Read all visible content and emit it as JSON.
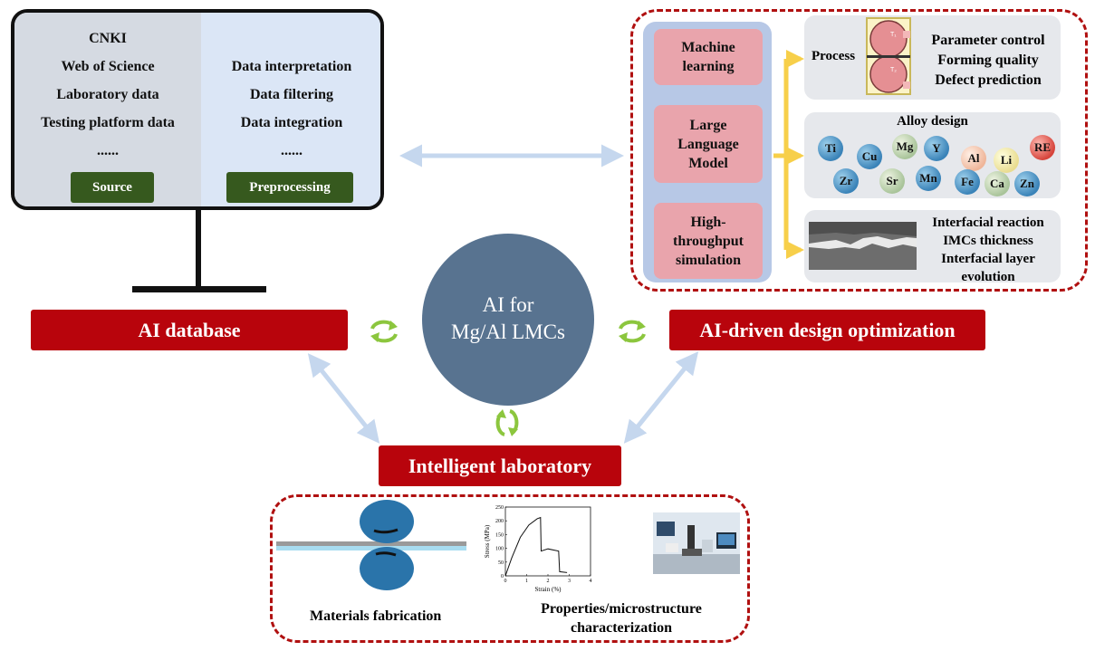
{
  "monitor": {
    "sources": [
      "CNKI",
      "Web of Science",
      "Laboratory data",
      "Testing platform data",
      "......"
    ],
    "source_button": "Source",
    "preprocessing_steps": [
      "Data interpretation",
      "Data filtering",
      "Data integration",
      "......"
    ],
    "preprocessing_button": "Preprocessing"
  },
  "center": {
    "line1": "AI for",
    "line2": "Mg/Al LMCs"
  },
  "banners": {
    "database": "AI database",
    "optimization": "AI-driven design optimization",
    "laboratory": "Intelligent laboratory"
  },
  "methods": {
    "ml": [
      "Machine",
      "learning"
    ],
    "llm": [
      "Large",
      "Language",
      "Model"
    ],
    "hts": [
      "High-",
      "throughput",
      "simulation"
    ]
  },
  "process_panel": {
    "label": "Process",
    "roll_marks": [
      "T₁",
      "T₂"
    ],
    "items": [
      "Parameter control",
      "Forming quality",
      "Defect prediction"
    ]
  },
  "alloy_panel": {
    "title": "Alloy design",
    "elements": [
      "Ti",
      "Cu",
      "Mg",
      "Y",
      "Al",
      "Li",
      "RE",
      "Zr",
      "Sr",
      "Mn",
      "Fe",
      "Ca",
      "Zn"
    ]
  },
  "interface_panel": {
    "items": [
      "Interfacial reaction",
      "IMCs thickness",
      "Interfacial layer",
      "evolution"
    ]
  },
  "lab": {
    "fabrication_label": "Materials fabrication",
    "characterization_label": [
      "Properties/microstructure",
      "characterization"
    ]
  },
  "chart_data": {
    "type": "line",
    "xlabel": "Strain (%)",
    "ylabel": "Stress (MPa)",
    "xlim": [
      0,
      4
    ],
    "ylim": [
      0,
      250
    ],
    "xticks": [
      "0",
      "1",
      "2",
      "3",
      "4"
    ],
    "yticks": [
      "0",
      "50",
      "100",
      "150",
      "200",
      "250"
    ],
    "grid": false,
    "series": [
      {
        "x": [
          0,
          0.3,
          0.7,
          1.1,
          1.5,
          1.65,
          1.68,
          2.0,
          2.5,
          2.55,
          2.9
        ],
        "y": [
          0,
          65,
          140,
          185,
          208,
          212,
          90,
          98,
          90,
          15,
          12
        ]
      }
    ],
    "colors": {
      "line": "#111111"
    }
  },
  "colors": {
    "red_accent": "#b8040c",
    "dashed_border": "#b01010",
    "center_circle": "#587390",
    "green_button": "#36591e",
    "pink_box": "#e9a4ac",
    "method_column": "#b7c8e6",
    "yellow_arrow": "#f7cf4a",
    "green_cycle": "#8cc63e",
    "light_arrow": "#c5d7ee"
  }
}
